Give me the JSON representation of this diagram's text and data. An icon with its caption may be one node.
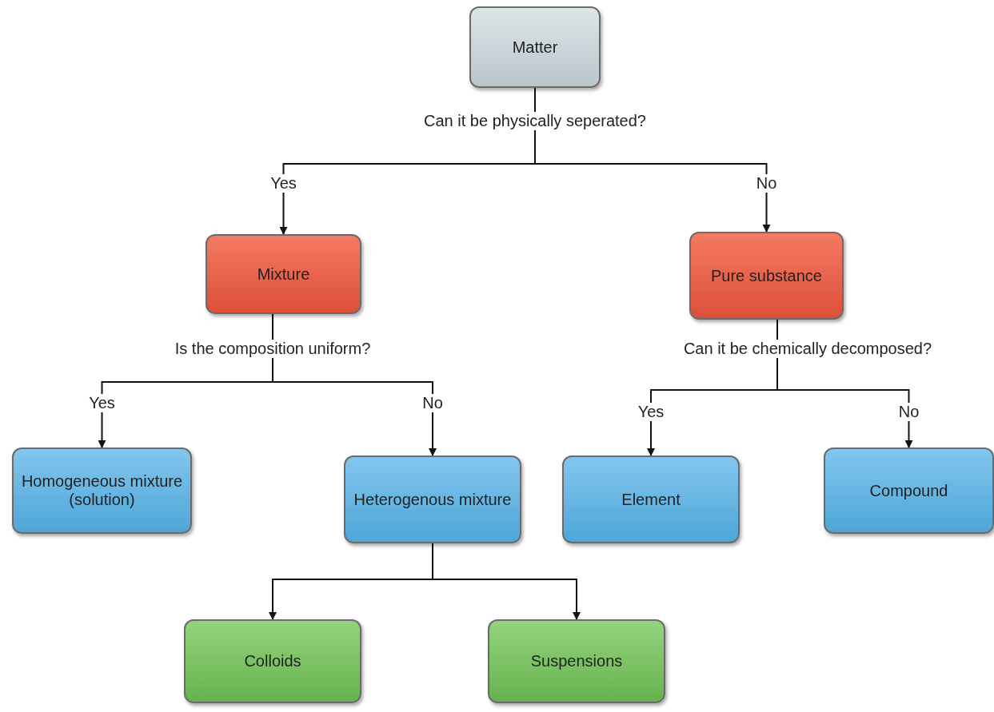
{
  "diagram": {
    "nodes": [
      {
        "text": [
          "Matter"
        ]
      },
      {
        "text": [
          "Mixture"
        ]
      },
      {
        "text": [
          "Pure substance"
        ]
      },
      {
        "text": [
          "Homogeneous mixture (solution)"
        ]
      },
      {
        "text": [
          "Heterogenous mixture"
        ]
      },
      {
        "text": [
          "Element"
        ]
      },
      {
        "text": [
          "Compound"
        ]
      },
      {
        "text": [
          "Colloids"
        ]
      },
      {
        "text": [
          "Suspensions"
        ]
      }
    ],
    "edges": [
      {
        "from": 0,
        "to": 1,
        "arrow": "to",
        "label": "Yes"
      },
      {
        "from": 0,
        "to": 2,
        "arrow": "to",
        "label": "No"
      },
      {
        "from": 1,
        "to": 3,
        "arrow": "to",
        "label": "Yes"
      },
      {
        "from": 1,
        "to": 4,
        "arrow": "to",
        "label": "No"
      },
      {
        "from": 2,
        "to": 5,
        "arrow": "to",
        "label": "Yes"
      },
      {
        "from": 2,
        "to": 6,
        "arrow": "to",
        "label": "No"
      },
      {
        "from": 4,
        "to": 7,
        "arrow": "to"
      },
      {
        "from": 4,
        "to": 8,
        "arrow": "to"
      }
    ],
    "labels": [
      "Can it be physically seperated?",
      "Is the composition uniform?",
      "Can it be chemically decomposed?"
    ]
  }
}
